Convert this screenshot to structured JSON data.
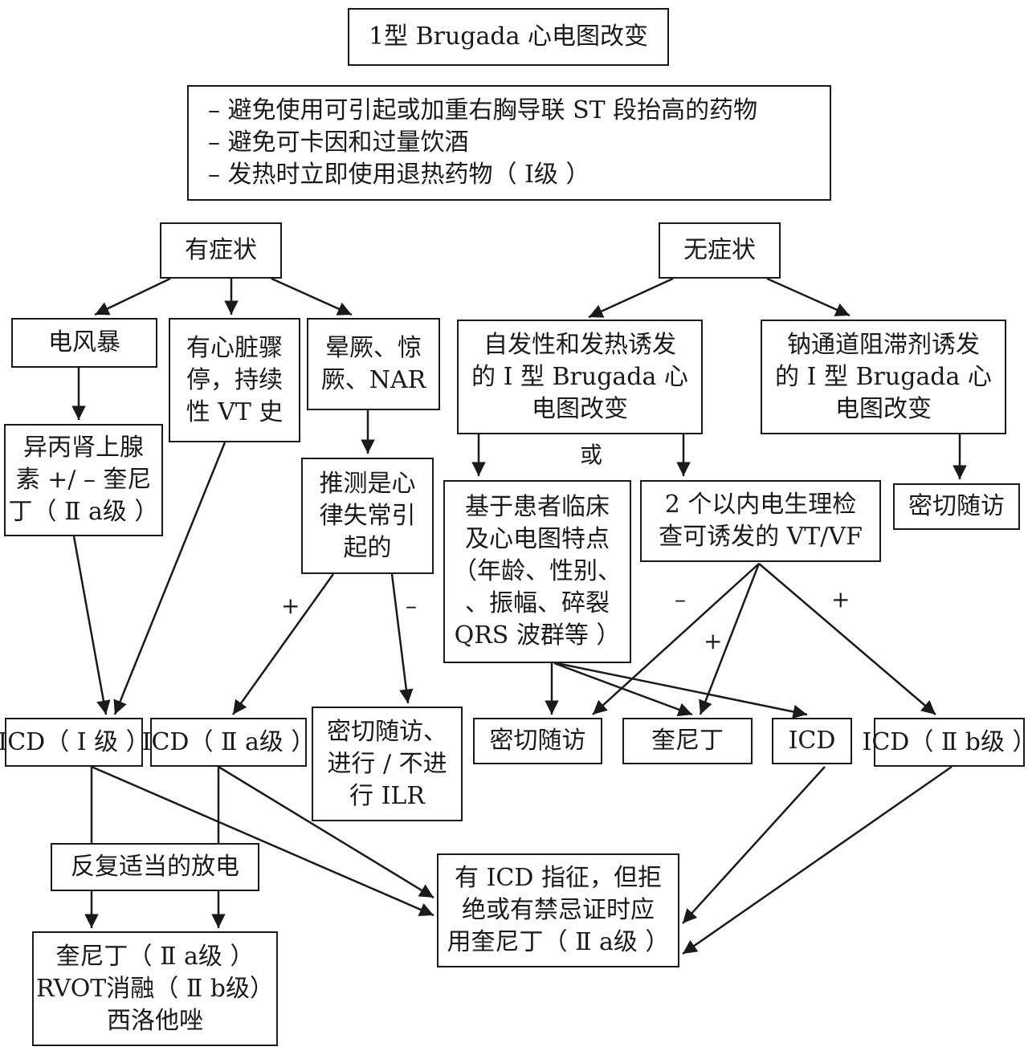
{
  "title": "1型 Brugada 心电图改变",
  "general": [
    "– 避免使用可引起或加重右胸导联 ST 段抬高的药物",
    "– 避免可卡因和过量饮酒",
    "– 发热时立即使用退热药物（ Ⅰ级 ）"
  ],
  "symptomatic": "有症状",
  "asymptomatic": "无症状",
  "storm": "电风暴",
  "arrest": [
    "有心脏骤",
    "停，持续",
    "性 VT 史"
  ],
  "syncope": [
    "晕厥、惊",
    "厥、NAR"
  ],
  "isoprenaline": [
    "异丙肾上腺",
    "素 +/ – 奎尼",
    "丁（ Ⅱ a级 ）"
  ],
  "presumed": [
    "推测是心",
    "律失常引",
    "起的"
  ],
  "spontaneous": [
    "自发性和发热诱发",
    "的 Ⅰ 型 Brugada 心",
    "电图改变"
  ],
  "sodium_blocker": [
    "钠通道阻滞剂诱发",
    "的 Ⅰ 型 Brugada 心",
    "电图改变"
  ],
  "or_label": "或",
  "clinical": [
    "基于患者临床",
    "及心电图特点",
    "（年龄、性别、",
    "、振幅、碎裂",
    "QRS 波群等 ）"
  ],
  "eps": [
    "2 个以内电生理检",
    "查可诱发的 VT/VF"
  ],
  "followup_right": "密切随访",
  "plus_left": "+",
  "minus_left": "–",
  "minus_eps": "–",
  "plus_eps_mid": "+",
  "plus_eps_right": "+",
  "icd_1": "ICD（ Ⅰ 级 ）",
  "icd_2a": "ICD（ Ⅱ a级 ）",
  "followup_ilr": [
    "密切随访、",
    "进行 / 不进",
    "行 ILR"
  ],
  "followup_mid": "密切随访",
  "quinidine": "奎尼丁",
  "icd_plain": "ICD",
  "icd_2b": "ICD（ Ⅱ b级 ）",
  "shocks": "反复适当的放电",
  "treat": [
    "奎尼丁（ Ⅱ a级 ）",
    "RVOT消融（ Ⅱ b级）",
    "西洛他唑"
  ],
  "refuse": [
    "有 ICD 指征，但拒",
    "绝或有禁忌证时应",
    "用奎尼丁（ Ⅱ a级 ）"
  ]
}
